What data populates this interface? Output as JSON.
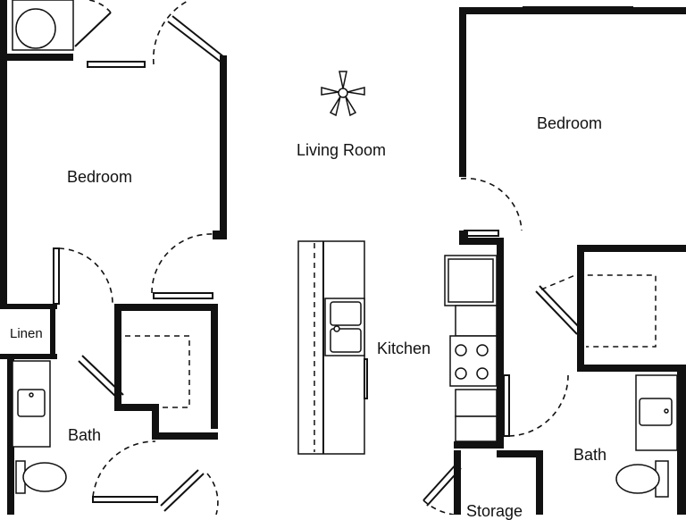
{
  "rooms": {
    "living_room": "Living Room",
    "bedroom_left": "Bedroom",
    "bedroom_right": "Bedroom",
    "kitchen": "Kitchen",
    "bath_left": "Bath",
    "bath_right": "Bath",
    "linen": "Linen",
    "storage": "Storage"
  },
  "colors": {
    "wall": "#111111",
    "background": "#ffffff"
  },
  "icons": [
    "ceiling-fan-icon",
    "sink-icon",
    "stove-icon",
    "toilet-icon",
    "washer-dryer-icon",
    "refrigerator-icon"
  ]
}
